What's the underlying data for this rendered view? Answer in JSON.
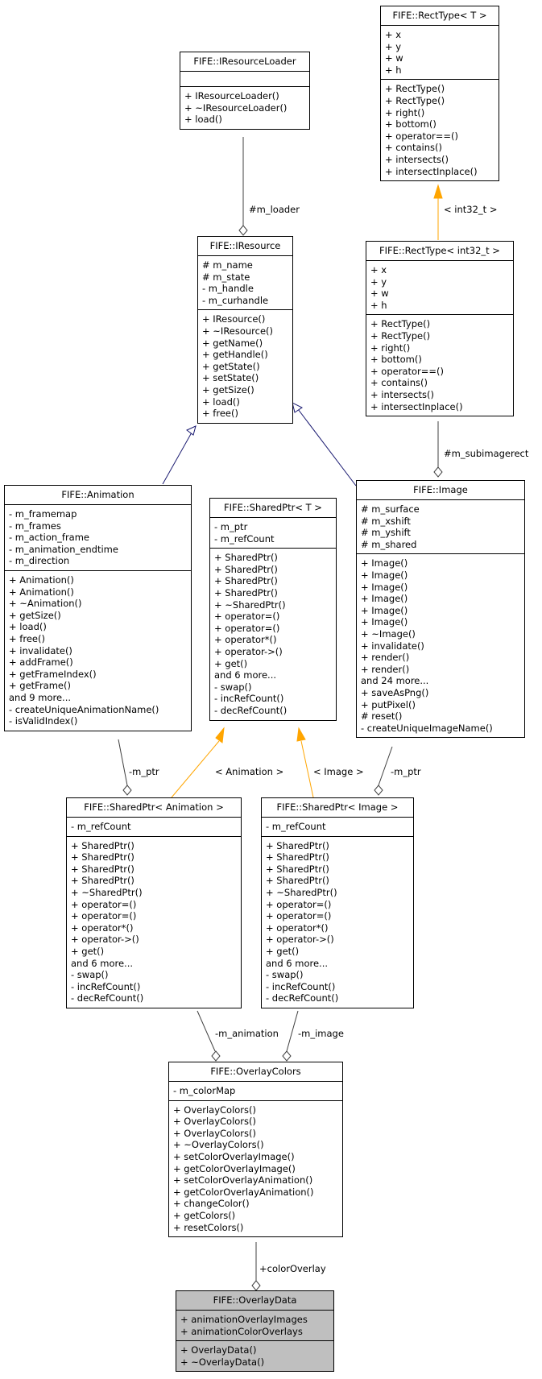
{
  "classes": {
    "iresourceloader": {
      "title": "FIFE::IResourceLoader",
      "attributes": [],
      "methods": [
        "+ IResourceLoader()",
        "+ ~IResourceLoader()",
        "+ load()"
      ]
    },
    "recttype_t": {
      "title": "FIFE::RectType< T >",
      "attributes": [
        "+ x",
        "+ y",
        "+ w",
        "+ h"
      ],
      "methods": [
        "+ RectType()",
        "+ RectType()",
        "+ right()",
        "+ bottom()",
        "+ operator==()",
        "+ contains()",
        "+ intersects()",
        "+ intersectInplace()"
      ]
    },
    "iresource": {
      "title": "FIFE::IResource",
      "attributes": [
        "# m_name",
        "# m_state",
        "- m_handle",
        "- m_curhandle"
      ],
      "methods": [
        "+ IResource()",
        "+ ~IResource()",
        "+ getName()",
        "+ getHandle()",
        "+ getState()",
        "+ setState()",
        "+ getSize()",
        "+ load()",
        "+ free()"
      ]
    },
    "recttype_int32": {
      "title": "FIFE::RectType< int32_t >",
      "attributes": [
        "+ x",
        "+ y",
        "+ w",
        "+ h"
      ],
      "methods": [
        "+ RectType()",
        "+ RectType()",
        "+ right()",
        "+ bottom()",
        "+ operator==()",
        "+ contains()",
        "+ intersects()",
        "+ intersectInplace()"
      ]
    },
    "animation": {
      "title": "FIFE::Animation",
      "attributes": [
        "- m_framemap",
        "- m_frames",
        "- m_action_frame",
        "- m_animation_endtime",
        "- m_direction"
      ],
      "methods": [
        "+ Animation()",
        "+ Animation()",
        "+ ~Animation()",
        "+ getSize()",
        "+ load()",
        "+ free()",
        "+ invalidate()",
        "+ addFrame()",
        "+ getFrameIndex()",
        "+ getFrame()",
        "and 9 more...",
        "- createUniqueAnimationName()",
        "- isValidIndex()"
      ]
    },
    "sharedptr_t": {
      "title": "FIFE::SharedPtr< T >",
      "attributes": [
        "- m_ptr",
        "- m_refCount"
      ],
      "methods": [
        "+ SharedPtr()",
        "+ SharedPtr()",
        "+ SharedPtr()",
        "+ SharedPtr()",
        "+ ~SharedPtr()",
        "+ operator=()",
        "+ operator=()",
        "+ operator*()",
        "+ operator->()",
        "+ get()",
        "and 6 more...",
        "- swap()",
        "- incRefCount()",
        "- decRefCount()"
      ]
    },
    "image": {
      "title": "FIFE::Image",
      "attributes": [
        "# m_surface",
        "# m_xshift",
        "# m_yshift",
        "# m_shared"
      ],
      "methods": [
        "+ Image()",
        "+ Image()",
        "+ Image()",
        "+ Image()",
        "+ Image()",
        "+ Image()",
        "+ ~Image()",
        "+ invalidate()",
        "+ render()",
        "+ render()",
        "and 24 more...",
        "+ saveAsPng()",
        "+ putPixel()",
        "# reset()",
        "- createUniqueImageName()"
      ]
    },
    "sharedptr_animation": {
      "title": "FIFE::SharedPtr< Animation >",
      "attributes": [
        "- m_refCount"
      ],
      "methods": [
        "+ SharedPtr()",
        "+ SharedPtr()",
        "+ SharedPtr()",
        "+ SharedPtr()",
        "+ ~SharedPtr()",
        "+ operator=()",
        "+ operator=()",
        "+ operator*()",
        "+ operator->()",
        "+ get()",
        "and 6 more...",
        "- swap()",
        "- incRefCount()",
        "- decRefCount()"
      ]
    },
    "sharedptr_image": {
      "title": "FIFE::SharedPtr< Image >",
      "attributes": [
        "- m_refCount"
      ],
      "methods": [
        "+ SharedPtr()",
        "+ SharedPtr()",
        "+ SharedPtr()",
        "+ SharedPtr()",
        "+ ~SharedPtr()",
        "+ operator=()",
        "+ operator=()",
        "+ operator*()",
        "+ operator->()",
        "+ get()",
        "and 6 more...",
        "- swap()",
        "- incRefCount()",
        "- decRefCount()"
      ]
    },
    "overlaycolors": {
      "title": "FIFE::OverlayColors",
      "attributes": [
        "- m_colorMap"
      ],
      "methods": [
        "+ OverlayColors()",
        "+ OverlayColors()",
        "+ OverlayColors()",
        "+ ~OverlayColors()",
        "+ setColorOverlayImage()",
        "+ getColorOverlayImage()",
        "+ setColorOverlayAnimation()",
        "+ getColorOverlayAnimation()",
        "+ changeColor()",
        "+ getColors()",
        "+ resetColors()"
      ]
    },
    "overlaydata": {
      "title": "FIFE::OverlayData",
      "attributes": [
        "+ animationOverlayImages",
        "+ animationColorOverlays"
      ],
      "methods": [
        "+ OverlayData()",
        "+ ~OverlayData()"
      ]
    }
  },
  "edge_labels": {
    "m_loader": "#m_loader",
    "int32_t": "< int32_t >",
    "m_subimagerect": "#m_subimagerect",
    "anim_ptr": "-m_ptr",
    "image_ptr": "-m_ptr",
    "animation_tmpl": "< Animation >",
    "image_tmpl": "< Image >",
    "m_animation": "-m_animation",
    "m_image": "-m_image",
    "color_overlay": "+colorOverlay"
  },
  "colors": {
    "inheritance": "#191970",
    "template": "#ffa500",
    "composition": "#404040",
    "highlight": "#bfbfbf"
  }
}
